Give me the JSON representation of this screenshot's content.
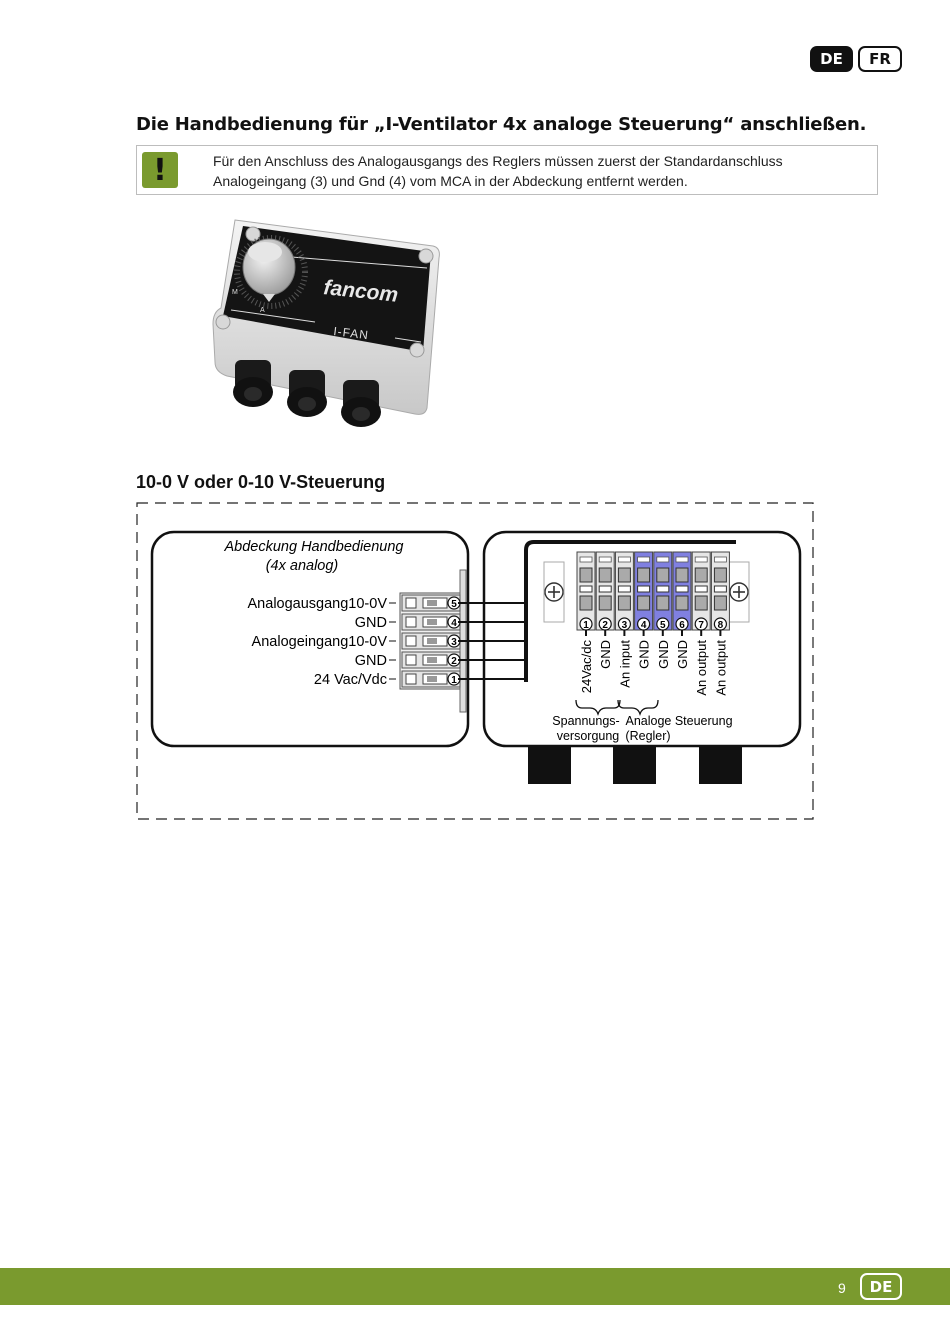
{
  "header": {
    "lang_active": "DE",
    "lang_other": "FR"
  },
  "heading": "Die Handbedienung für „I-Ventilator 4x analoge Steuerung“ anschließen.",
  "note": {
    "icon_glyph": "!",
    "icon": "exclamation-icon",
    "text": "Für den Anschluss des Analogausgangs des Reglers müssen zuerst der Standardanschluss Analogeingang (3) und Gnd (4) vom MCA in der Abdeckung entfernt werden."
  },
  "product": {
    "brand": "fancom",
    "model": "I-FAN",
    "dial_mark_m": "M",
    "dial_mark_a": "A"
  },
  "subheading": "10-0 V oder 0-10 V-Steuerung",
  "diagram": {
    "left_box": {
      "title_line1": "Abdeckung Handbedienung",
      "title_line2": "(4x analog)",
      "terminals": [
        {
          "num": "5",
          "label": "Analogausgang10-0V"
        },
        {
          "num": "4",
          "label": "GND"
        },
        {
          "num": "3",
          "label": "Analogeingang10-0V"
        },
        {
          "num": "2",
          "label": "GND"
        },
        {
          "num": "1",
          "label": "24 Vac/Vdc"
        }
      ]
    },
    "right_box": {
      "terminals": [
        {
          "num": "1",
          "label": "24Vac/dc",
          "highlight": false
        },
        {
          "num": "2",
          "label": "GND",
          "highlight": false
        },
        {
          "num": "3",
          "label": "An input",
          "highlight": false
        },
        {
          "num": "4",
          "label": "GND",
          "highlight": true
        },
        {
          "num": "5",
          "label": "GND",
          "highlight": true
        },
        {
          "num": "6",
          "label": "GND",
          "highlight": true
        },
        {
          "num": "7",
          "label": "An output",
          "highlight": false
        },
        {
          "num": "8",
          "label": "An output",
          "highlight": false
        }
      ],
      "group1_line1": "Spannungs-",
      "group1_line2": "versorgung",
      "group2_line1": "Analoge Steuerung",
      "group2_line2": "(Regler)"
    }
  },
  "footer": {
    "page_number": "9",
    "lang": "DE"
  },
  "colors": {
    "accent_green": "#7a9a2e",
    "highlight_blue": "#8080e0",
    "black": "#111111"
  }
}
